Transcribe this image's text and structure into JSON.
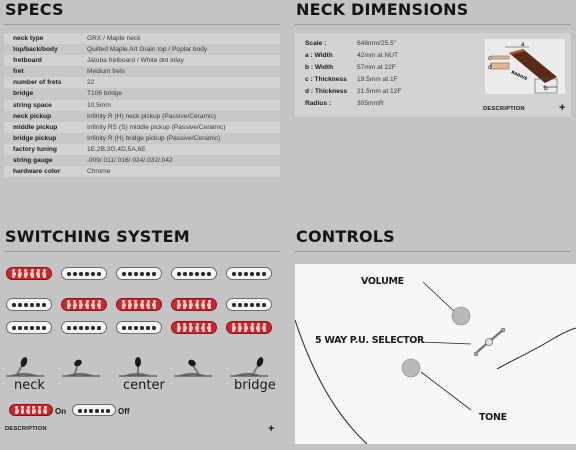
{
  "specs": {
    "title": "SPECS",
    "rows": [
      {
        "label": "neck type",
        "value": "GRX / Maple neck"
      },
      {
        "label": "top/back/body",
        "value": "Quilted Maple Art Grain top / Poplar body"
      },
      {
        "label": "fretboard",
        "value": "Jatoba fretboard / White dot inlay"
      },
      {
        "label": "fret",
        "value": "Medium frets"
      },
      {
        "label": "number of frets",
        "value": "22"
      },
      {
        "label": "bridge",
        "value": "T106 bridge"
      },
      {
        "label": "string space",
        "value": "10.5mm"
      },
      {
        "label": "neck pickup",
        "value": "Infinity R (H) neck pickup (Passive/Ceramic)"
      },
      {
        "label": "middle pickup",
        "value": "Infinity RS (S) middle pickup (Passive/Ceramic)"
      },
      {
        "label": "bridge pickup",
        "value": "Infinity R (H) bridge pickup (Passive/Ceramic)"
      },
      {
        "label": "factory tuning",
        "value": "1E,2B,3G,4D,5A,6E"
      },
      {
        "label": "string gauge",
        "value": ".009/.011/.016/.024/.032/.042"
      },
      {
        "label": "hardware color",
        "value": "Chrome"
      }
    ]
  },
  "neck": {
    "title": "NECK DIMENSIONS",
    "rows": [
      {
        "label": "Scale :",
        "value": "648mm/25.5\""
      },
      {
        "label": "a : Width",
        "value": "42mm at NUT"
      },
      {
        "label": "b : Width",
        "value": "57mm at 22F"
      },
      {
        "label": "c : Thickness",
        "value": "19.5mm at 1F"
      },
      {
        "label": "d : Thickness",
        "value": "21.5mm at 12F"
      },
      {
        "label": "Radius :",
        "value": "305mmR"
      }
    ],
    "diagram_labels": {
      "a": "a",
      "b": "b",
      "c": "c",
      "d": "d",
      "radius": "RADIUS"
    },
    "description_label": "DESCRIPTION",
    "expand_symbol": "+"
  },
  "switching": {
    "title": "SWITCHING SYSTEM",
    "positions": [
      [
        "on",
        "off",
        "off",
        "off",
        "off"
      ],
      [
        "off",
        "on",
        "on",
        "on",
        "off"
      ],
      [
        "off",
        "off",
        "off",
        "on",
        "on"
      ]
    ],
    "labels": {
      "neck": "neck",
      "center": "center",
      "bridge": "bridge"
    },
    "legend": {
      "on": "On",
      "off": "Off"
    },
    "description_label": "DESCRIPTION",
    "expand_symbol": "+"
  },
  "controls": {
    "title": "CONTROLS",
    "labels": {
      "volume": "VOLUME",
      "selector": "5 WAY P.U. SELECTOR",
      "tone": "TONE"
    }
  },
  "colors": {
    "accent_red": "#c8282e",
    "background": "#c4c4c4"
  }
}
